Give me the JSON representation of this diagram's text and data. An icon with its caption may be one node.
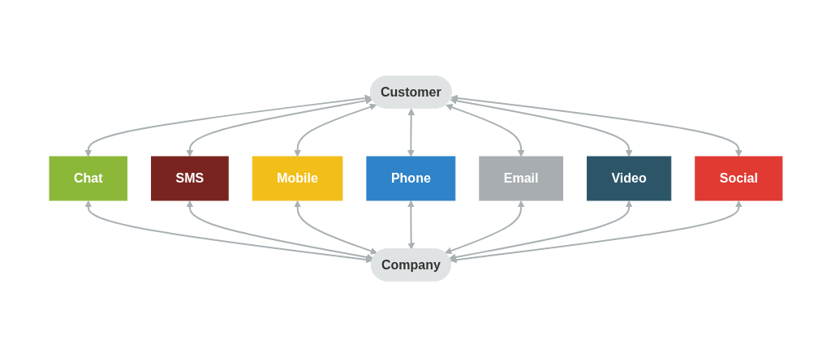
{
  "diagram": {
    "nodes": [
      {
        "text": [
          "Customer"
        ]
      },
      {
        "text": [
          "Chat"
        ]
      },
      {
        "text": [
          "SMS"
        ]
      },
      {
        "text": [
          "Mobile"
        ]
      },
      {
        "text": [
          "Phone"
        ]
      },
      {
        "text": [
          "Email"
        ]
      },
      {
        "text": [
          "Video"
        ]
      },
      {
        "text": [
          "Social"
        ]
      },
      {
        "text": [
          "Company"
        ]
      }
    ],
    "edges": [
      {
        "from": 0,
        "to": 1,
        "arrow": "both"
      },
      {
        "from": 0,
        "to": 2,
        "arrow": "both"
      },
      {
        "from": 0,
        "to": 3,
        "arrow": "both"
      },
      {
        "from": 0,
        "to": 4,
        "arrow": "both"
      },
      {
        "from": 0,
        "to": 5,
        "arrow": "both"
      },
      {
        "from": 0,
        "to": 6,
        "arrow": "both"
      },
      {
        "from": 0,
        "to": 7,
        "arrow": "both"
      },
      {
        "from": 1,
        "to": 8,
        "arrow": "both"
      },
      {
        "from": 2,
        "to": 8,
        "arrow": "both"
      },
      {
        "from": 3,
        "to": 8,
        "arrow": "both"
      },
      {
        "from": 4,
        "to": 8,
        "arrow": "both"
      },
      {
        "from": 5,
        "to": 8,
        "arrow": "both"
      },
      {
        "from": 6,
        "to": 8,
        "arrow": "both"
      },
      {
        "from": 7,
        "to": 8,
        "arrow": "both"
      }
    ]
  }
}
